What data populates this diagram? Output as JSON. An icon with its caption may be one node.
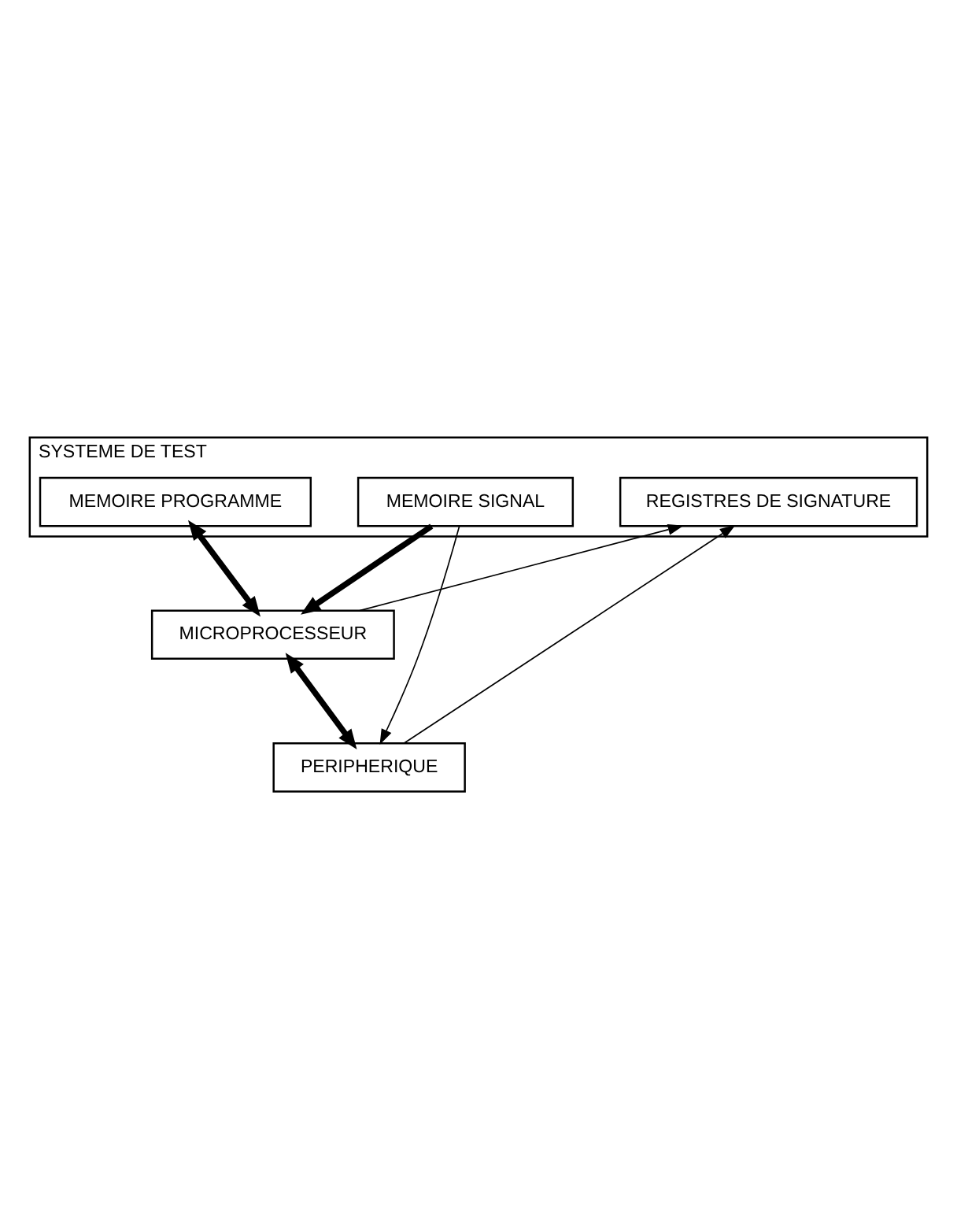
{
  "diagram": {
    "nodes": [
      {
        "text": [
          "SYSTEME DE TEST"
        ]
      },
      {
        "text": [
          "REGISTRES DE SIGNATURE"
        ],
        "in": 0
      },
      {
        "text": [
          "MEMOIRE PROGRAMME"
        ],
        "in": 0
      },
      {
        "text": [
          "MEMOIRE SIGNAL"
        ],
        "in": 0
      },
      {
        "text": [
          "MICROPROCESSEUR"
        ]
      },
      {
        "text": [
          "PERIPHERIQUE"
        ]
      }
    ],
    "edges": [
      {
        "from": 4,
        "to": 1,
        "arrow": "to"
      },
      {
        "from": 5,
        "to": 1,
        "arrow": "to"
      },
      {
        "from": 2,
        "to": 4,
        "arrow": "both",
        "style": "thick"
      },
      {
        "from": 3,
        "to": 4,
        "arrow": "to",
        "style": "thick"
      },
      {
        "from": 4,
        "to": 5,
        "arrow": "both",
        "style": "thick"
      },
      {
        "from": 3,
        "to": 5,
        "arrow": "to"
      }
    ]
  }
}
